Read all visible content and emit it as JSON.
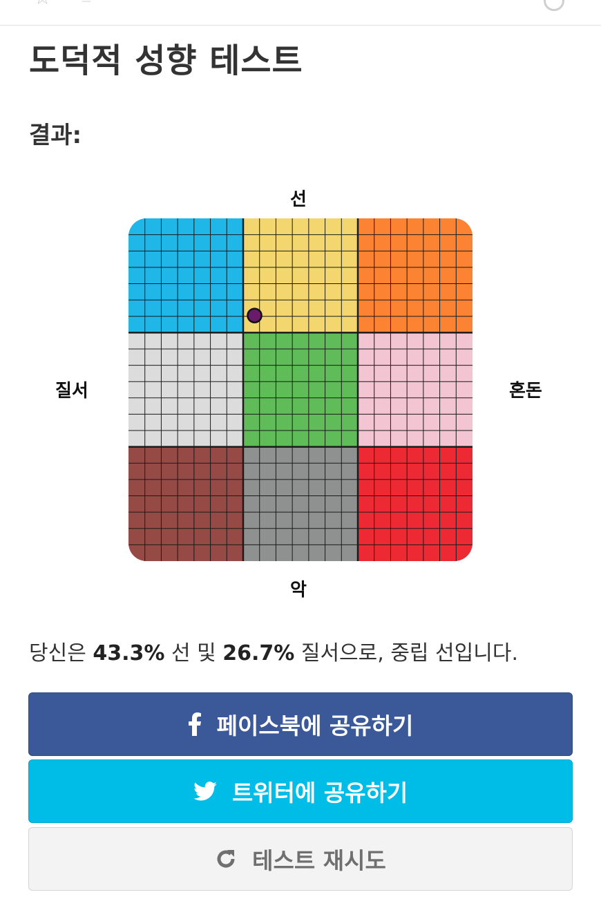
{
  "page": {
    "title": "도덕적 성향 테스트",
    "result_label": "결과:"
  },
  "chart_data": {
    "type": "scatter",
    "title": "",
    "axis_labels": {
      "top": "선",
      "bottom": "악",
      "left": "질서",
      "right": "혼돈"
    },
    "grid": true,
    "xlim": [
      -100,
      100
    ],
    "ylim": [
      -100,
      100
    ],
    "regions": [
      {
        "row": 0,
        "col": 0,
        "color": "#1eb7e8"
      },
      {
        "row": 0,
        "col": 1,
        "color": "#f3d66e"
      },
      {
        "row": 0,
        "col": 2,
        "color": "#fb8332"
      },
      {
        "row": 1,
        "col": 0,
        "color": "#dcdcdc"
      },
      {
        "row": 1,
        "col": 1,
        "color": "#60bb59"
      },
      {
        "row": 1,
        "col": 2,
        "color": "#f3c4d1"
      },
      {
        "row": 2,
        "col": 0,
        "color": "#954a46"
      },
      {
        "row": 2,
        "col": 1,
        "color": "#8f9190"
      },
      {
        "row": 2,
        "col": 2,
        "color": "#ed2a34"
      }
    ],
    "points": [
      {
        "order_pct": 26.7,
        "good_pct": 43.3,
        "color": "#6a1a6a"
      }
    ]
  },
  "summary": {
    "prefix": "당신은 ",
    "good_value": "43.3%",
    "mid1": " 선 및 ",
    "order_value": "26.7%",
    "suffix": " 질서으로, 중립 선입니다."
  },
  "buttons": {
    "facebook": {
      "label": "페이스북에 공유하기",
      "icon": "facebook-icon"
    },
    "twitter": {
      "label": "트위터에 공유하기",
      "icon": "twitter-icon"
    },
    "retry": {
      "label": "테스트 재시도",
      "icon": "refresh-icon"
    }
  }
}
